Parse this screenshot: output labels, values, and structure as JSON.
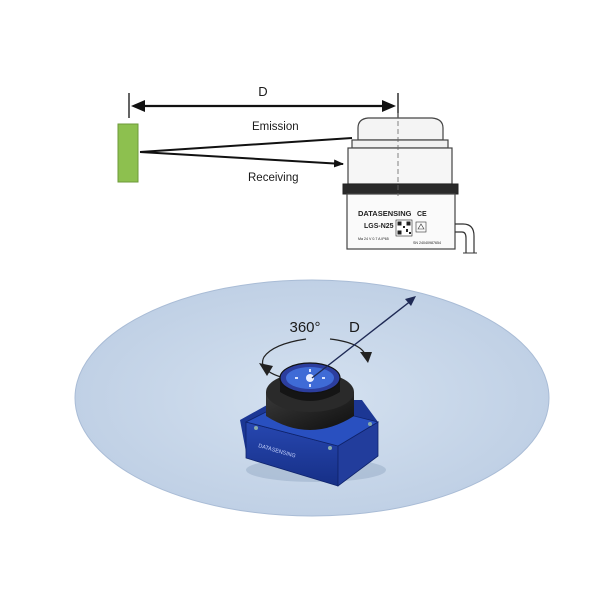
{
  "top_diagram": {
    "distance_label": "D",
    "emission_label": "Emission",
    "receiving_label": "Receiving",
    "device": {
      "brand": "DATASENSING",
      "model": "LGS-N25",
      "marking_left": "Ma 24 V 0.7 A IP65",
      "marking_right": "SN 24040987654",
      "ce_mark": "CE",
      "icons": [
        "ce-mark-icon",
        "qr-code-icon"
      ]
    },
    "colors": {
      "target": "#8dc04f",
      "arrow": "#111111"
    }
  },
  "bottom_diagram": {
    "rotation_label": "360°",
    "distance_label": "D",
    "device_brand": "DATASENSING",
    "colors": {
      "scan_plane": "#c9d8ea",
      "housing": "#1f3fa0",
      "head": "#1a1a1a",
      "accent": "#3f6bd6"
    }
  }
}
